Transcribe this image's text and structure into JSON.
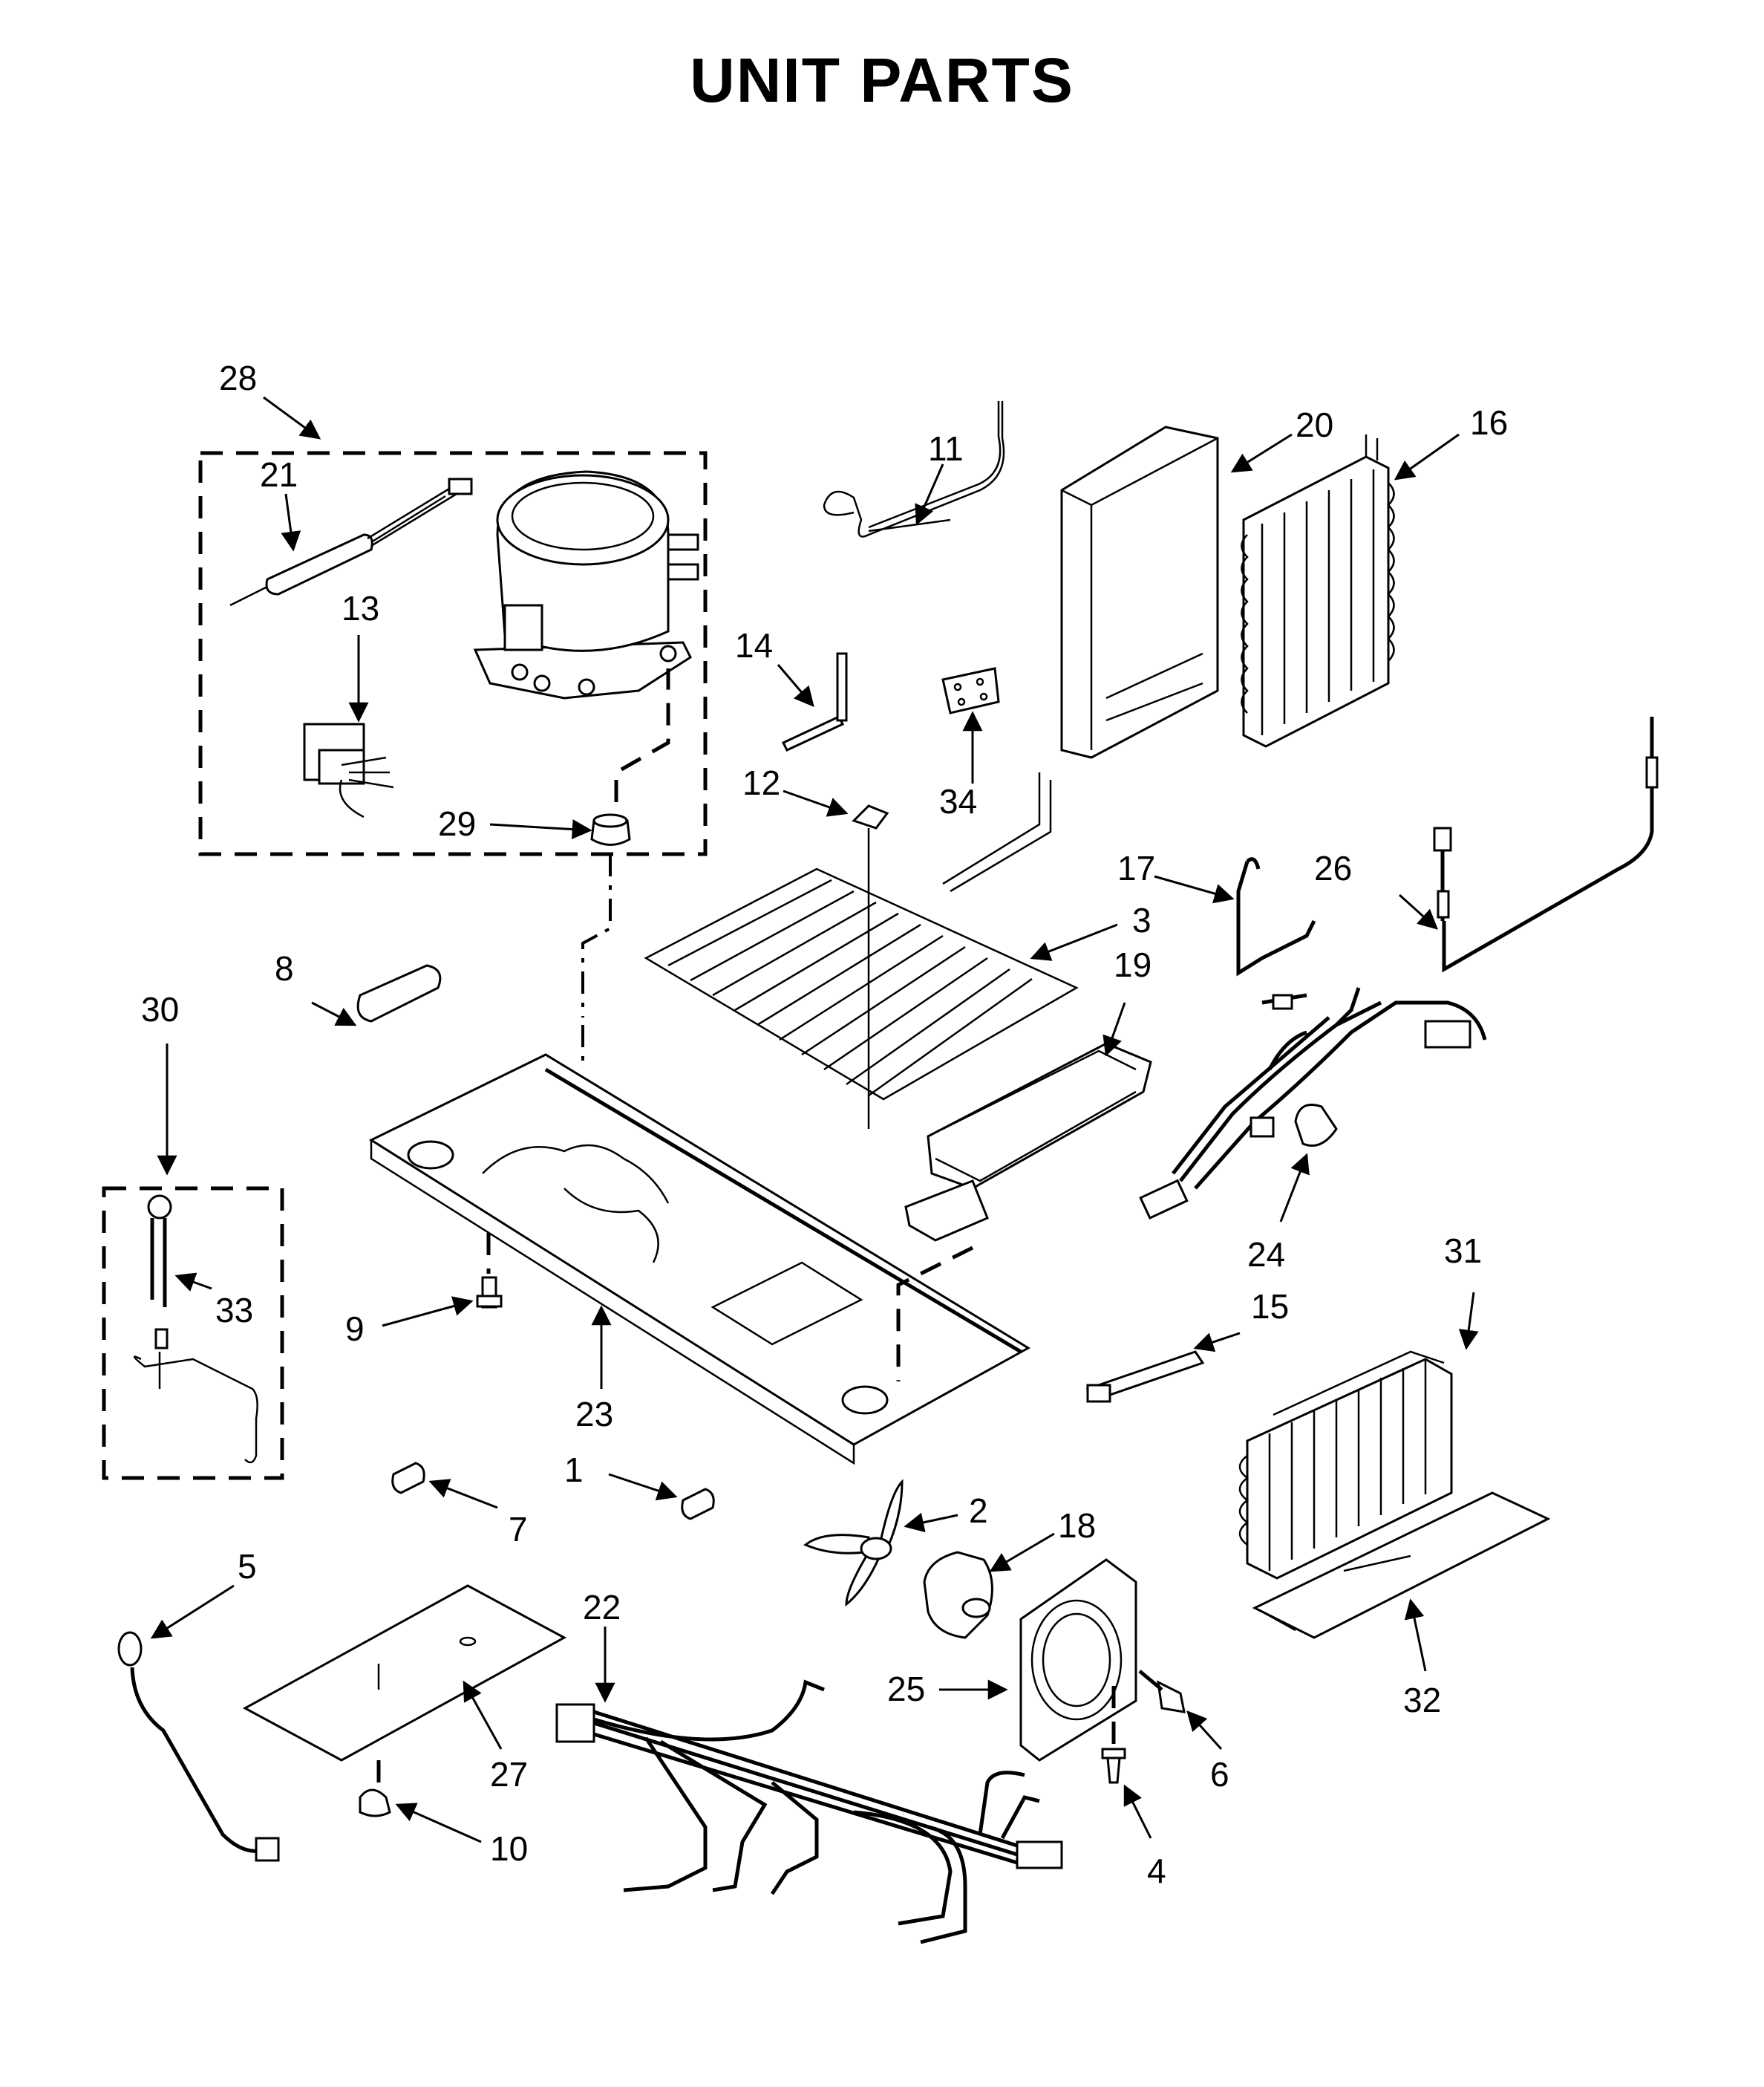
{
  "title": "UNIT PARTS",
  "callouts": [
    {
      "id": "28",
      "text": "28"
    },
    {
      "id": "21",
      "text": "21"
    },
    {
      "id": "13",
      "text": "13"
    },
    {
      "id": "29",
      "text": "29"
    },
    {
      "id": "11",
      "text": "11"
    },
    {
      "id": "20",
      "text": "20"
    },
    {
      "id": "16",
      "text": "16"
    },
    {
      "id": "14",
      "text": "14"
    },
    {
      "id": "34",
      "text": "34"
    },
    {
      "id": "12",
      "text": "12"
    },
    {
      "id": "17",
      "text": "17"
    },
    {
      "id": "26",
      "text": "26"
    },
    {
      "id": "3",
      "text": "3"
    },
    {
      "id": "19",
      "text": "19"
    },
    {
      "id": "8",
      "text": "8"
    },
    {
      "id": "30",
      "text": "30"
    },
    {
      "id": "33",
      "text": "33"
    },
    {
      "id": "9",
      "text": "9"
    },
    {
      "id": "23",
      "text": "23"
    },
    {
      "id": "24",
      "text": "24"
    },
    {
      "id": "15",
      "text": "15"
    },
    {
      "id": "31",
      "text": "31"
    },
    {
      "id": "1",
      "text": "1"
    },
    {
      "id": "7",
      "text": "7"
    },
    {
      "id": "2",
      "text": "2"
    },
    {
      "id": "18",
      "text": "18"
    },
    {
      "id": "5",
      "text": "5"
    },
    {
      "id": "22",
      "text": "22"
    },
    {
      "id": "25",
      "text": "25"
    },
    {
      "id": "6",
      "text": "6"
    },
    {
      "id": "32",
      "text": "32"
    },
    {
      "id": "27",
      "text": "27"
    },
    {
      "id": "10",
      "text": "10"
    },
    {
      "id": "4",
      "text": "4"
    }
  ]
}
